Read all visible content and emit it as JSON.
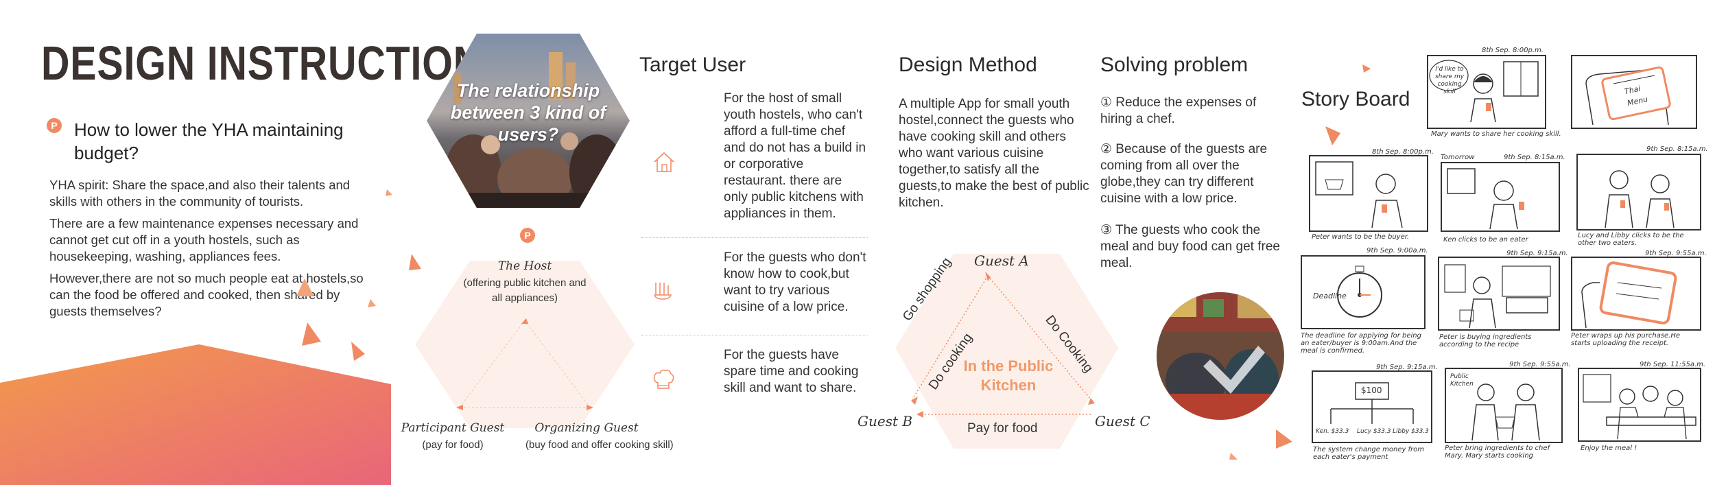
{
  "header": {
    "title": "DESIGN INSTRUCTION",
    "question": "How to lower the YHA maintaining budget?",
    "badge": "P"
  },
  "intro": {
    "p1": "YHA spirit: Share the space,and also their talents and skills with others in the community of tourists.",
    "p2": "There are a few maintenance expenses necessary and cannot get cut off in a youth hostels, such as housekeeping, washing, appliances fees.",
    "p3": "However,there are not so much people eat at hostels,so can the food be offered and cooked, then shared by guests themselves?"
  },
  "photo_hex": {
    "caption": "The relationship between 3 kind of users?"
  },
  "relation": {
    "badge": "P",
    "host_title": "The Host",
    "host_desc": "(offering public kitchen and all appliances)",
    "participant_title": "Participant Guest",
    "participant_desc": "(pay for food)",
    "organizing_title": "Organizing Guest",
    "organizing_desc": "(buy food and offer cooking skill)"
  },
  "target_user": {
    "heading": "Target User",
    "items": [
      {
        "icon": "house-icon",
        "text": "For the host of small youth hostels, who can't afford a full-time chef and do not has a build in or corporative restaurant. there are only public kitchens with appliances in them."
      },
      {
        "icon": "hand-icon",
        "text": "For the guests who don't know how to cook,but want to try various cuisine of a low price."
      },
      {
        "icon": "chef-hat-icon",
        "text": "For the guests have spare time and cooking skill and want to share."
      }
    ]
  },
  "design_method": {
    "heading": "Design Method",
    "text": "A multiple App for small youth hostel,connect the guests who have cooking skill and others who want various cuisine together,to satisfy all the guests,to make the best of public kitchen."
  },
  "kitchen_diagram": {
    "guest_a": "Guest A",
    "guest_b": "Guest B",
    "guest_c": "Guest C",
    "center": "In the Public Kitchen",
    "go_shopping": "Go shopping",
    "do_cooking_left": "Do cooking",
    "do_cooking_right": "Do Cooking",
    "pay_for_food": "Pay for food"
  },
  "solving": {
    "heading": "Solving problem",
    "items": [
      "① Reduce the expenses of hiring a chef.",
      "② Because of the guests are coming from all over the globe,they can try different cuisine with a low price.",
      "③ The guests who cook the meal and buy food can get free meal."
    ]
  },
  "story_board": {
    "heading": "Story Board",
    "panels": [
      {
        "date": "8th Sep. 8:00p.m.",
        "caption": "Mary wants to share her cooking skill.",
        "bubble": "I'd like to share my cooking skill"
      },
      {
        "date": "",
        "caption": "",
        "screen": [
          "Thai",
          "Menu"
        ]
      },
      {
        "date": "8th Sep. 8:00p.m.",
        "caption": "Peter wants to be the buyer."
      },
      {
        "date": "9th Sep. 8:15a.m.",
        "caption": "Ken clicks to be an eater",
        "extra": "Tomorrow"
      },
      {
        "date": "9th Sep. 8:15a.m.",
        "caption": "Lucy and Libby clicks to be the other two eaters."
      },
      {
        "date": "9th Sep. 9:00a.m.",
        "caption": "The deadline for applying for being an eater/buyer is 9:00am.And the meal is confirmed.",
        "label": "Deadline"
      },
      {
        "date": "9th Sep. 9:15a.m.",
        "caption": "Peter is buying ingredients according to the recipe"
      },
      {
        "date": "9th Sep. 9:55a.m.",
        "caption": "Peter wraps up his purchase.He starts uploading the receipt."
      },
      {
        "date": "9th Sep. 9:15a.m.",
        "caption": "The system change money from each eater's payment",
        "amount": "$100",
        "splits": [
          "Ken. $33.3",
          "Lucy $33.3",
          "Libby $33.3"
        ]
      },
      {
        "date": "9th Sep. 9:55a.m.",
        "caption": "Peter bring ingredients to chef Mary. Mary starts cooking",
        "label": "Public Kitchen"
      },
      {
        "date": "9th Sep. 11:55a.m.",
        "caption": "Enjoy the meal !"
      }
    ]
  },
  "colors": {
    "accent": "#f08a63",
    "gradient_start": "#f39a4c",
    "gradient_end": "#e8667a",
    "center_text": "#ef9a6a"
  }
}
